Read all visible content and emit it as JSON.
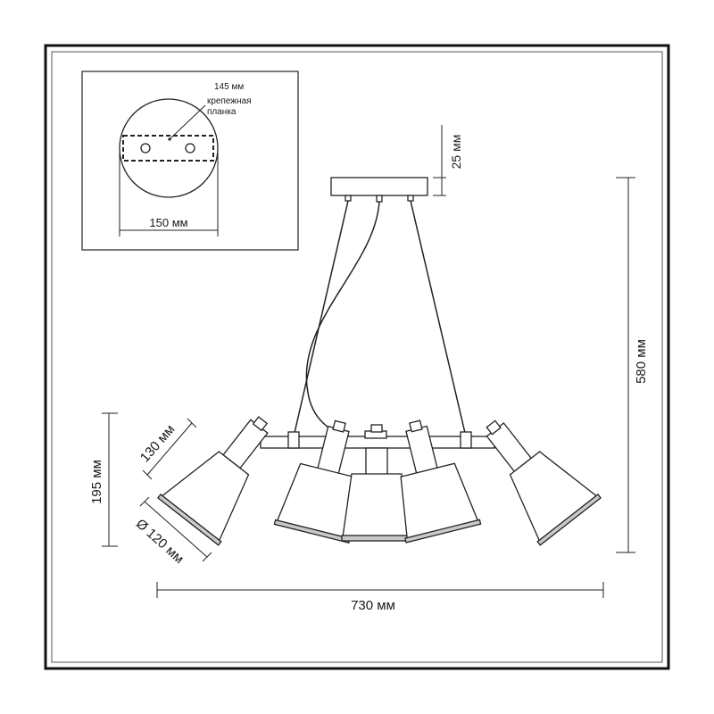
{
  "inset": {
    "plate_label": "145 мм",
    "bracket_label_line1": "крепежная",
    "bracket_label_line2": "планка",
    "diameter_label": "150 мм"
  },
  "dimensions": {
    "canopy_height": "25 мм",
    "total_height": "580 мм",
    "shade_length": "130 мм",
    "shade_height": "195 мм",
    "shade_diameter": "Ø 120 мм",
    "total_width": "730 мм"
  },
  "colors": {
    "line": "#222222",
    "rim": "#c9c9c9",
    "background": "#ffffff"
  }
}
